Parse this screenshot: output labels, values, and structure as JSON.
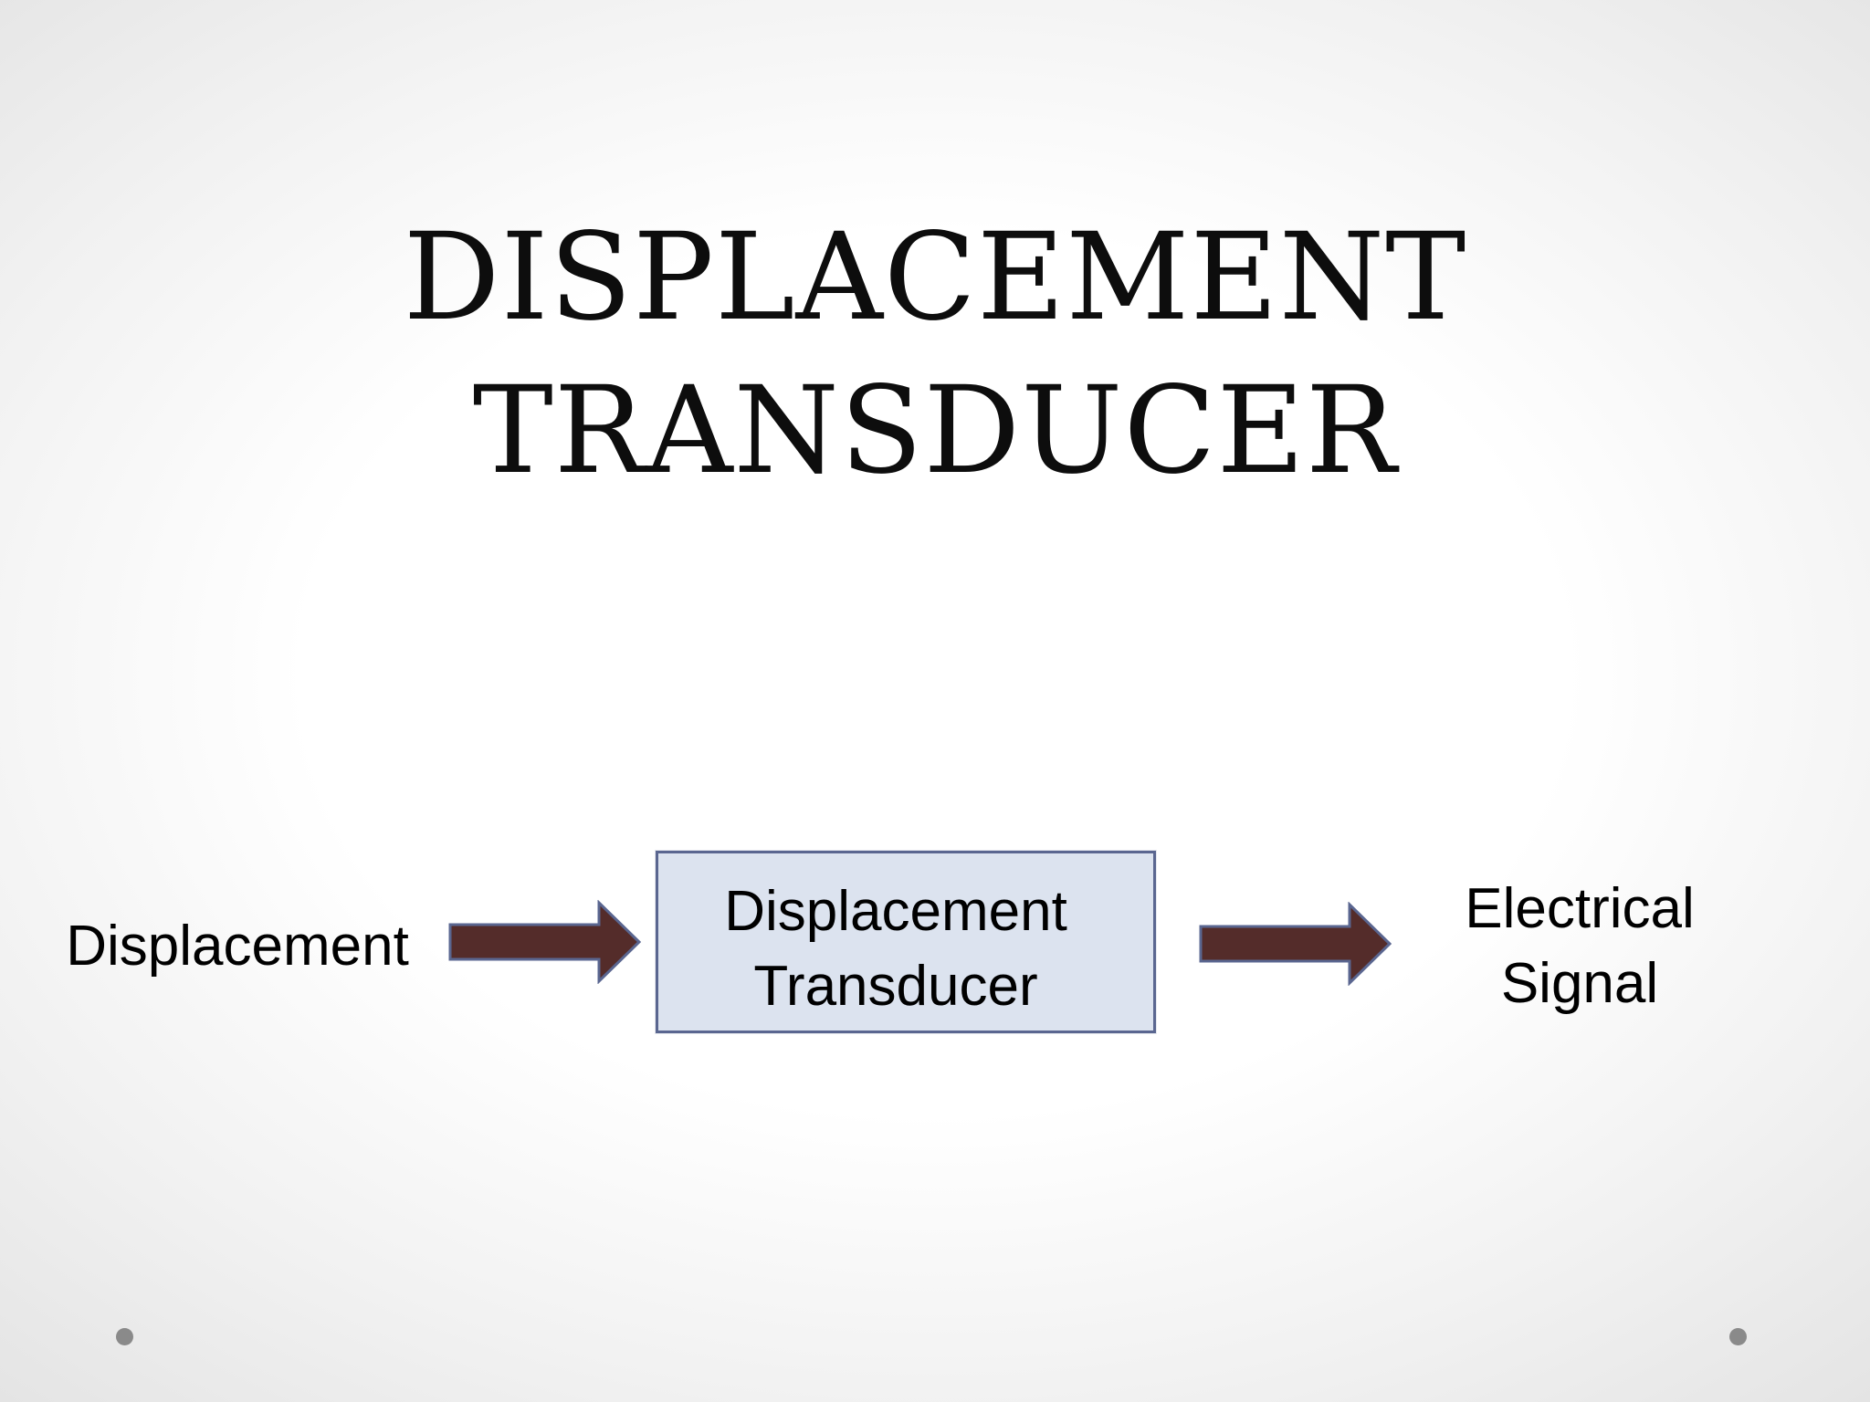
{
  "slide": {
    "title_lines": [
      "DISPLACEMENT",
      "TRANSDUCER"
    ]
  },
  "diagram": {
    "input": {
      "text": "Displacement"
    },
    "block": {
      "lines": [
        "Displacement",
        "Transducer"
      ]
    },
    "output": {
      "lines": [
        "Electrical",
        "Signal"
      ]
    }
  },
  "colors": {
    "arrow_fill": "#542c2a",
    "arrow_stroke": "#5a6690",
    "box_fill": "#dce3ef",
    "box_border": "#5a6690",
    "bullet_dot": "#8a8a8a"
  }
}
